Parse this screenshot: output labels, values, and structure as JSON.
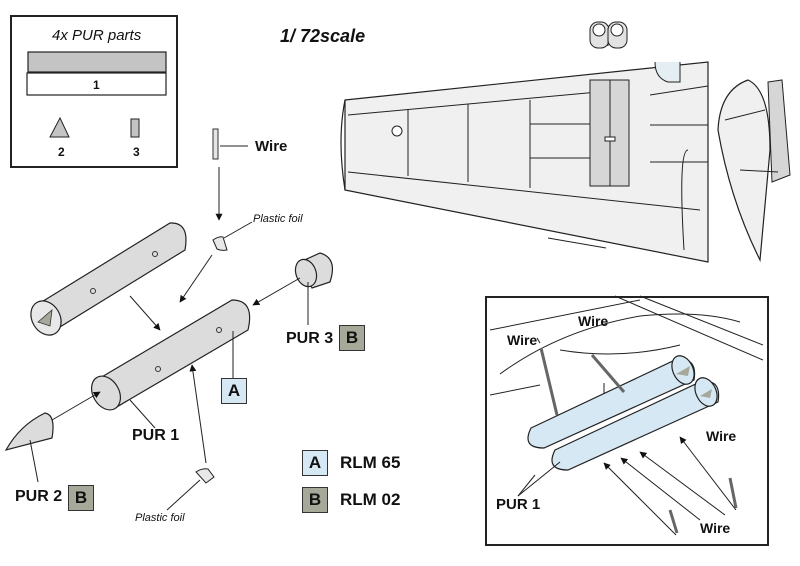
{
  "parts_box": {
    "title": "4x PUR parts",
    "part1_label": "1",
    "part2_label": "2",
    "part3_label": "3"
  },
  "scale_title": "1/ 72scale",
  "callouts": {
    "wire_top": "Wire",
    "plastic_foil_top": "Plastic foil",
    "plastic_foil_bottom": "Plastic foil",
    "pur1": "PUR 1",
    "pur2": "PUR 2",
    "pur3": "PUR 3",
    "badge_a": "A",
    "badge_b_pur2": "B",
    "badge_b_pur3": "B"
  },
  "legend": {
    "items": [
      {
        "code": "A",
        "name": "RLM 65",
        "color": "#d6e8f3"
      },
      {
        "code": "B",
        "name": "RLM 02",
        "color": "#a6a89a"
      }
    ]
  },
  "detail_box": {
    "wire_left": "Wire",
    "wire_top": "Wire",
    "wire_right": "Wire",
    "wire_bottom": "Wire",
    "pur1": "PUR 1"
  },
  "colors": {
    "part_grey": "#dcdcdc",
    "rlm65": "#d6e8f3",
    "rlm02": "#a6a89a",
    "wing_fill": "#f0f0f0",
    "line": "#222222"
  }
}
